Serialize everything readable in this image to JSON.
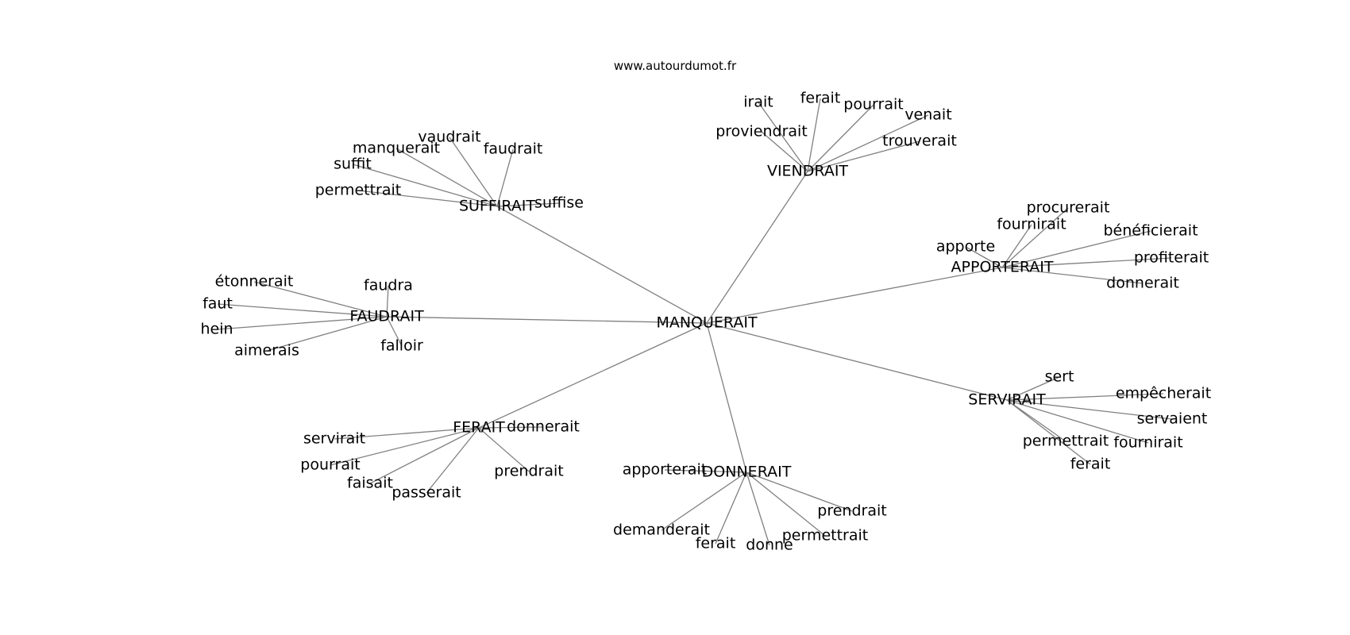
{
  "source_label": "www.autourdumot.fr",
  "graph": {
    "center": "MANQUERAIT",
    "clusters": [
      {
        "id": "suffirait",
        "hub": "SUFFIRAIT",
        "leaves": [
          "vaudrait",
          "manquerait",
          "faudrait",
          "suffit",
          "permettrait",
          "suffise"
        ]
      },
      {
        "id": "viendrait",
        "hub": "VIENDRAIT",
        "leaves": [
          "irait",
          "ferait",
          "pourrait",
          "venait",
          "proviendrait",
          "trouverait"
        ]
      },
      {
        "id": "apporterait",
        "hub": "APPORTERAIT",
        "leaves": [
          "procurerait",
          "fournirait",
          "bénéficierait",
          "apporte",
          "profiterait",
          "donnerait"
        ]
      },
      {
        "id": "faudrait",
        "hub": "FAUDRAIT",
        "leaves": [
          "étonnerait",
          "faudra",
          "faut",
          "hein",
          "aimerais",
          "falloir"
        ]
      },
      {
        "id": "servirait",
        "hub": "SERVIRAIT",
        "leaves": [
          "sert",
          "empêcherait",
          "servaient",
          "permettrait",
          "fournirait",
          "ferait"
        ]
      },
      {
        "id": "ferait",
        "hub": "FERAIT",
        "leaves": [
          "donnerait",
          "servirait",
          "pourrait",
          "faisait",
          "passerait",
          "prendrait"
        ]
      },
      {
        "id": "donnerait",
        "hub": "DONNERAIT",
        "leaves": [
          "apporterait",
          "prendrait",
          "demanderait",
          "ferait",
          "donne",
          "permettrait"
        ]
      }
    ]
  }
}
